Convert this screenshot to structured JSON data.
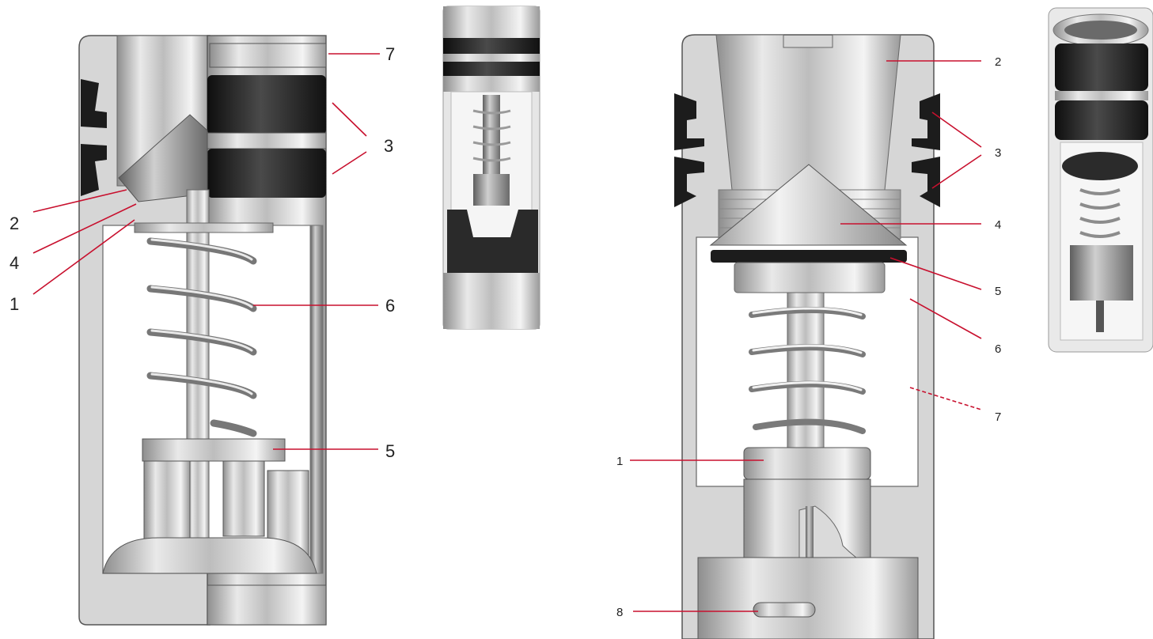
{
  "left_diagram": {
    "callouts": [
      {
        "id": "7",
        "label": "7"
      },
      {
        "id": "3",
        "label": "3"
      },
      {
        "id": "2",
        "label": "2"
      },
      {
        "id": "4",
        "label": "4"
      },
      {
        "id": "1",
        "label": "1"
      },
      {
        "id": "6",
        "label": "6"
      },
      {
        "id": "5",
        "label": "5"
      }
    ]
  },
  "right_diagram": {
    "callouts": [
      {
        "id": "2",
        "label": "2"
      },
      {
        "id": "3",
        "label": "3"
      },
      {
        "id": "4",
        "label": "4"
      },
      {
        "id": "5",
        "label": "5"
      },
      {
        "id": "6",
        "label": "6"
      },
      {
        "id": "7",
        "label": "7"
      },
      {
        "id": "1",
        "label": "1"
      },
      {
        "id": "8",
        "label": "8"
      }
    ]
  },
  "colors": {
    "leader_line": "#c8102e",
    "metal_body": "#cfcfcf",
    "seal_rubber": "#1c1c1c",
    "background": "#ffffff"
  }
}
